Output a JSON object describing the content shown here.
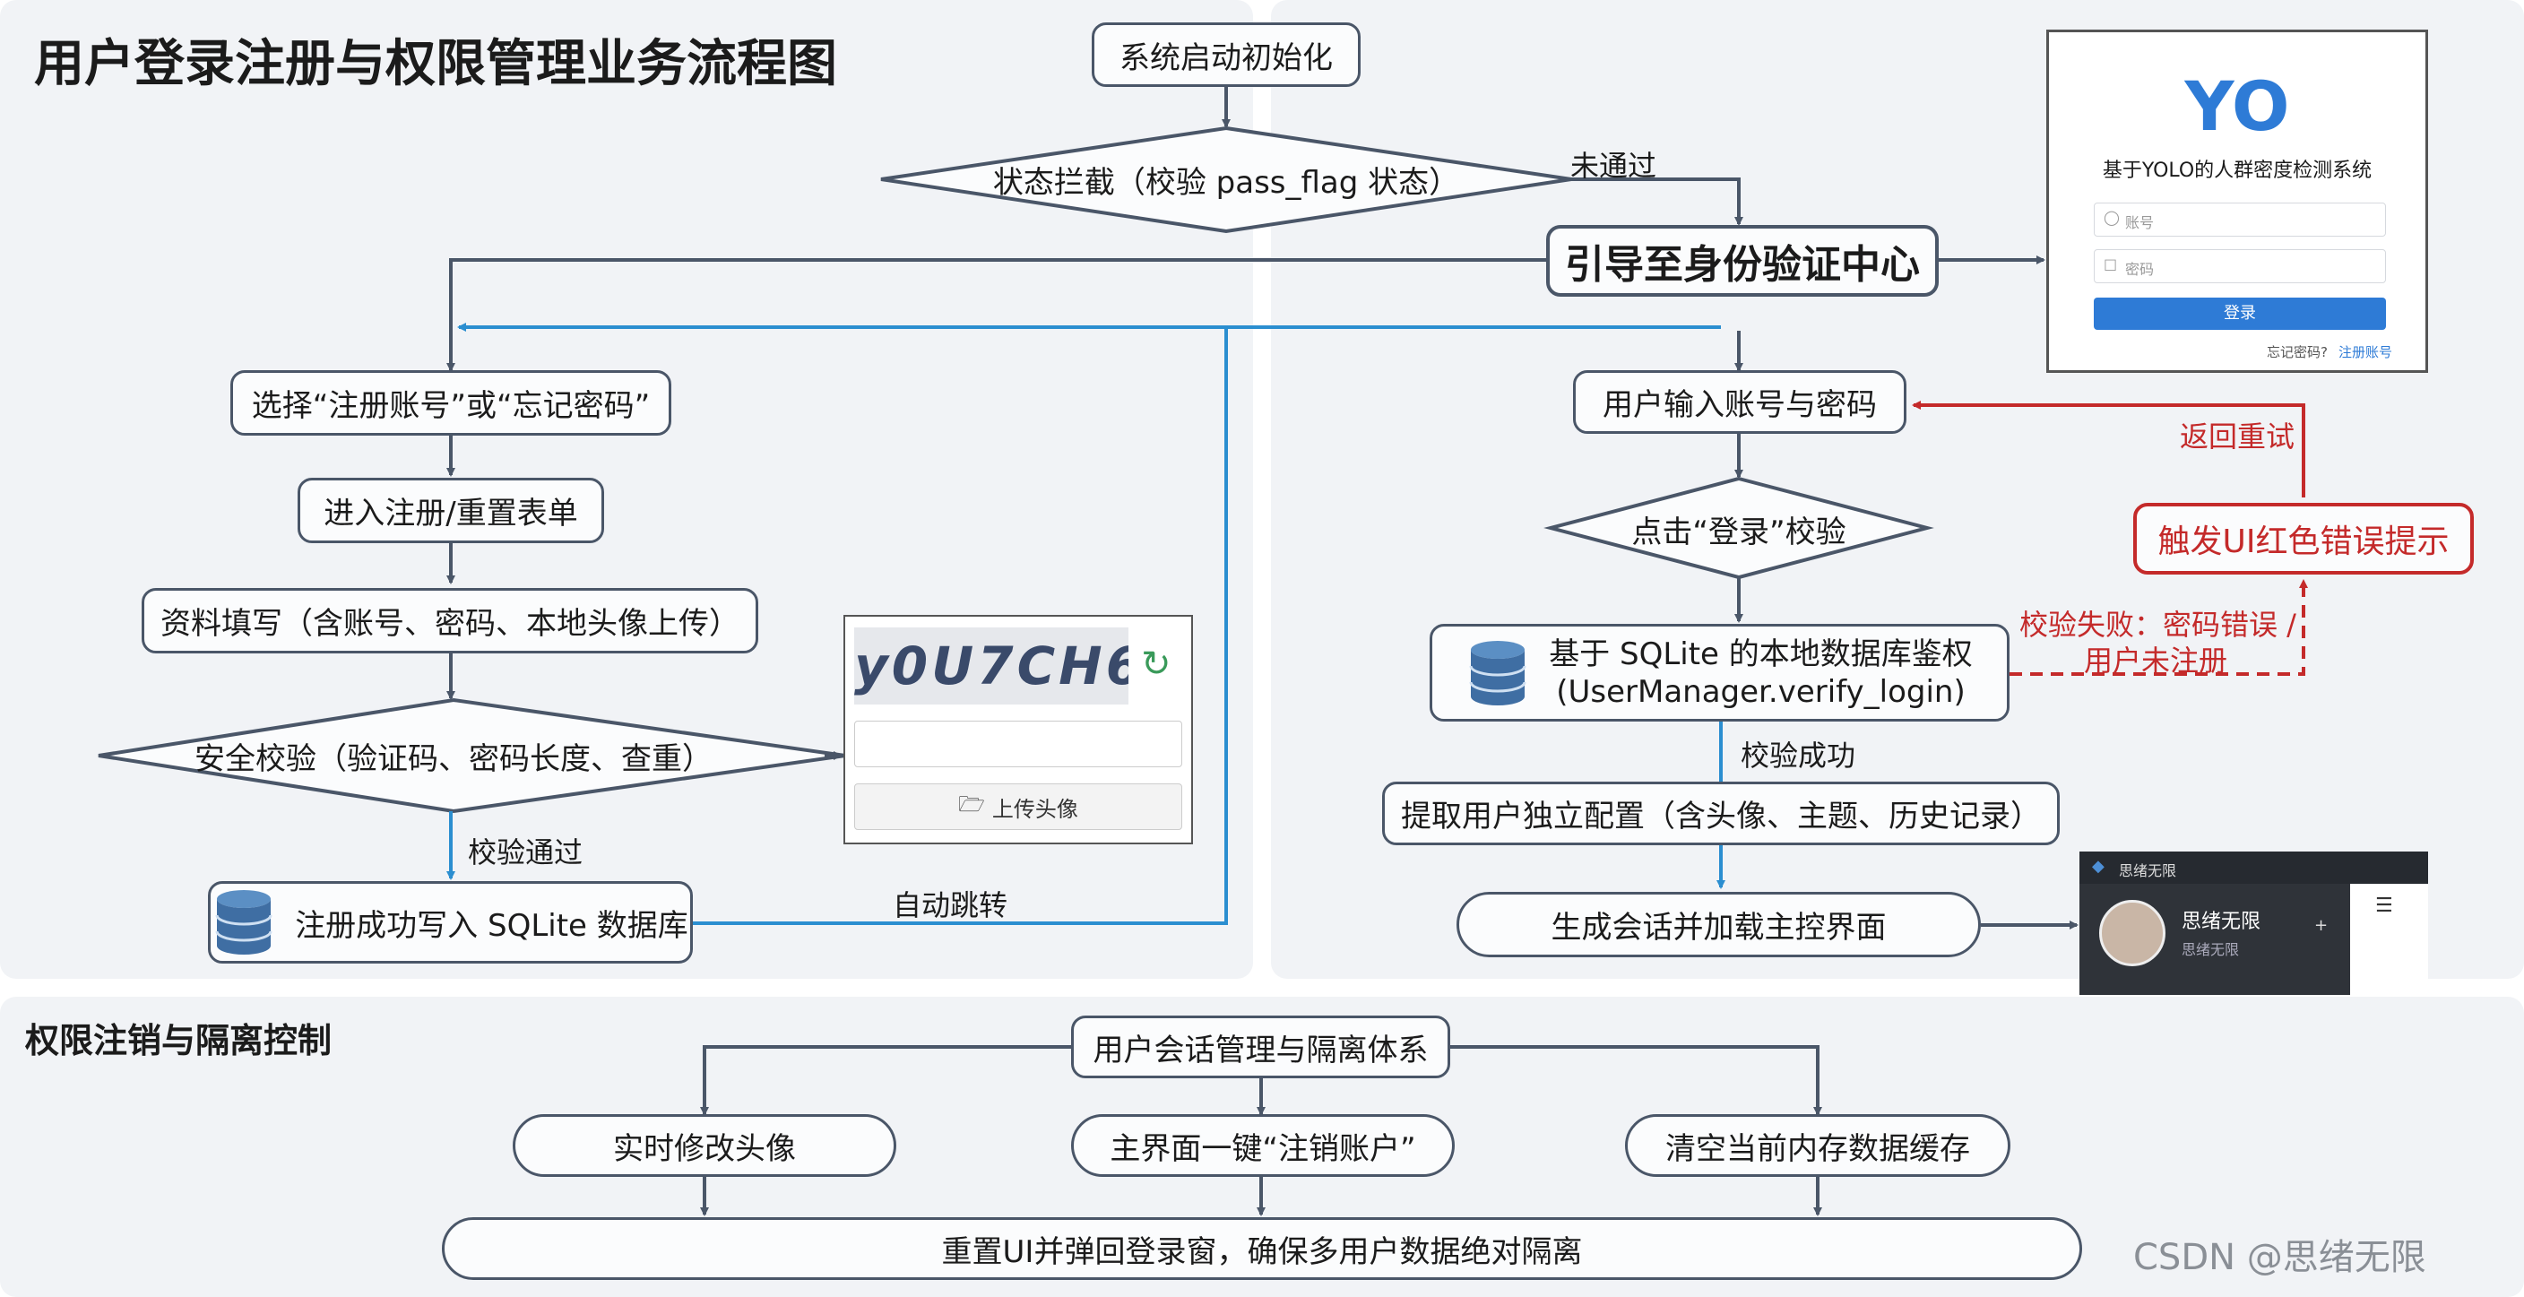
{
  "main_title": "用户登录注册与权限管理业务流程图",
  "section2_title": "权限注销与隔离控制",
  "nodes": {
    "init": "系统启动初始化",
    "intercept": "状态拦截（校验 pass_flag 状态）",
    "guide": "引导至身份验证中心",
    "select": "选择“注册账号”或“忘记密码”",
    "enter_form": "进入注册/重置表单",
    "fill": "资料填写（含账号、密码、本地头像上传）",
    "security": "安全校验（验证码、密码长度、查重）",
    "reg_success": "注册成功写入 SQLite 数据库",
    "input": "用户输入账号与密码",
    "click_login": "点击“登录”校验",
    "auth_line1": "基于 SQLite 的本地数据库鉴权",
    "auth_line2": "(UserManager.verify_login)",
    "extract": "提取用户独立配置（含头像、主题、历史记录）",
    "session": "生成会话并加载主控界面",
    "error_tip": "触发UI红色错误提示",
    "mgmt": "用户会话管理与隔离体系",
    "avatar": "实时修改头像",
    "logout": "主界面一键“注销账户”",
    "clear": "清空当前内存数据缓存",
    "reset": "重置UI并弹回登录窗，确保多用户数据绝对隔离"
  },
  "labels": {
    "not_passed": "未通过",
    "pass_check": "校验通过",
    "auto_jump": "自动跳转",
    "check_ok": "校验成功",
    "retry": "返回重试",
    "fail_line1": "校验失败：密码错误 /",
    "fail_line2": "用户未注册"
  },
  "login_window": {
    "logo": "YO",
    "system_name": "基于YOLO的人群密度检测系统",
    "username_placeholder": "账号",
    "password_placeholder": "密码",
    "login_button": "登录",
    "forgot": "忘记密码?",
    "register": "注册账号"
  },
  "register_widget": {
    "captcha_text": "y0U7CH6",
    "upload_button": "上传头像"
  },
  "main_ui": {
    "app_name": "思绪无限",
    "username": "思绪无限",
    "status": "思绪无限",
    "plus": "+",
    "menu": "☰"
  },
  "watermark": "CSDN @思绪无限",
  "colors": {
    "box_border": "#4a5668",
    "blue_line": "#2b8ed0",
    "red": "#c42a2a",
    "panel_bg": "#f1f3f6"
  }
}
